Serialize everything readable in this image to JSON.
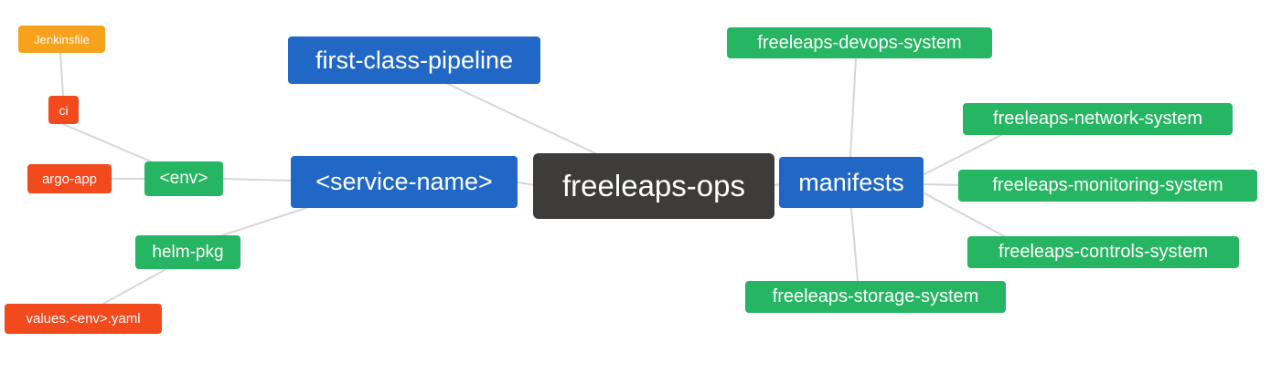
{
  "colors": {
    "root_node": "#3d3c3b",
    "branch_node": "#2167c5",
    "leaf_green": "#26b562",
    "leaf_red": "#f2491d",
    "leaf_orange": "#f7a21c",
    "edge": "#d6d6d6",
    "text": "#ffffff",
    "background": "#ffffff"
  },
  "nodes": {
    "root": {
      "label": "freeleaps-ops"
    },
    "pipeline": {
      "label": "first-class-pipeline"
    },
    "service": {
      "label": "<service-name>"
    },
    "env": {
      "label": "<env>"
    },
    "ci": {
      "label": "ci"
    },
    "jenkinsfile": {
      "label": "Jenkinsfile"
    },
    "argo_app": {
      "label": "argo-app"
    },
    "helm_pkg": {
      "label": "helm-pkg"
    },
    "values": {
      "label": "values.<env>.yaml"
    },
    "manifests": {
      "label": "manifests"
    },
    "devops": {
      "label": "freeleaps-devops-system"
    },
    "network": {
      "label": "freeleaps-network-system"
    },
    "monitoring": {
      "label": "freeleaps-monitoring-system"
    },
    "controls": {
      "label": "freeleaps-controls-system"
    },
    "storage": {
      "label": "freeleaps-storage-system"
    }
  },
  "edges": [
    {
      "from": "root",
      "to": "pipeline"
    },
    {
      "from": "root",
      "to": "service"
    },
    {
      "from": "root",
      "to": "manifests"
    },
    {
      "from": "service",
      "to": "env"
    },
    {
      "from": "service",
      "to": "helm_pkg"
    },
    {
      "from": "env",
      "to": "ci"
    },
    {
      "from": "env",
      "to": "argo_app"
    },
    {
      "from": "ci",
      "to": "jenkinsfile"
    },
    {
      "from": "helm_pkg",
      "to": "values"
    },
    {
      "from": "manifests",
      "to": "devops"
    },
    {
      "from": "manifests",
      "to": "network"
    },
    {
      "from": "manifests",
      "to": "monitoring"
    },
    {
      "from": "manifests",
      "to": "controls"
    },
    {
      "from": "manifests",
      "to": "storage"
    }
  ]
}
